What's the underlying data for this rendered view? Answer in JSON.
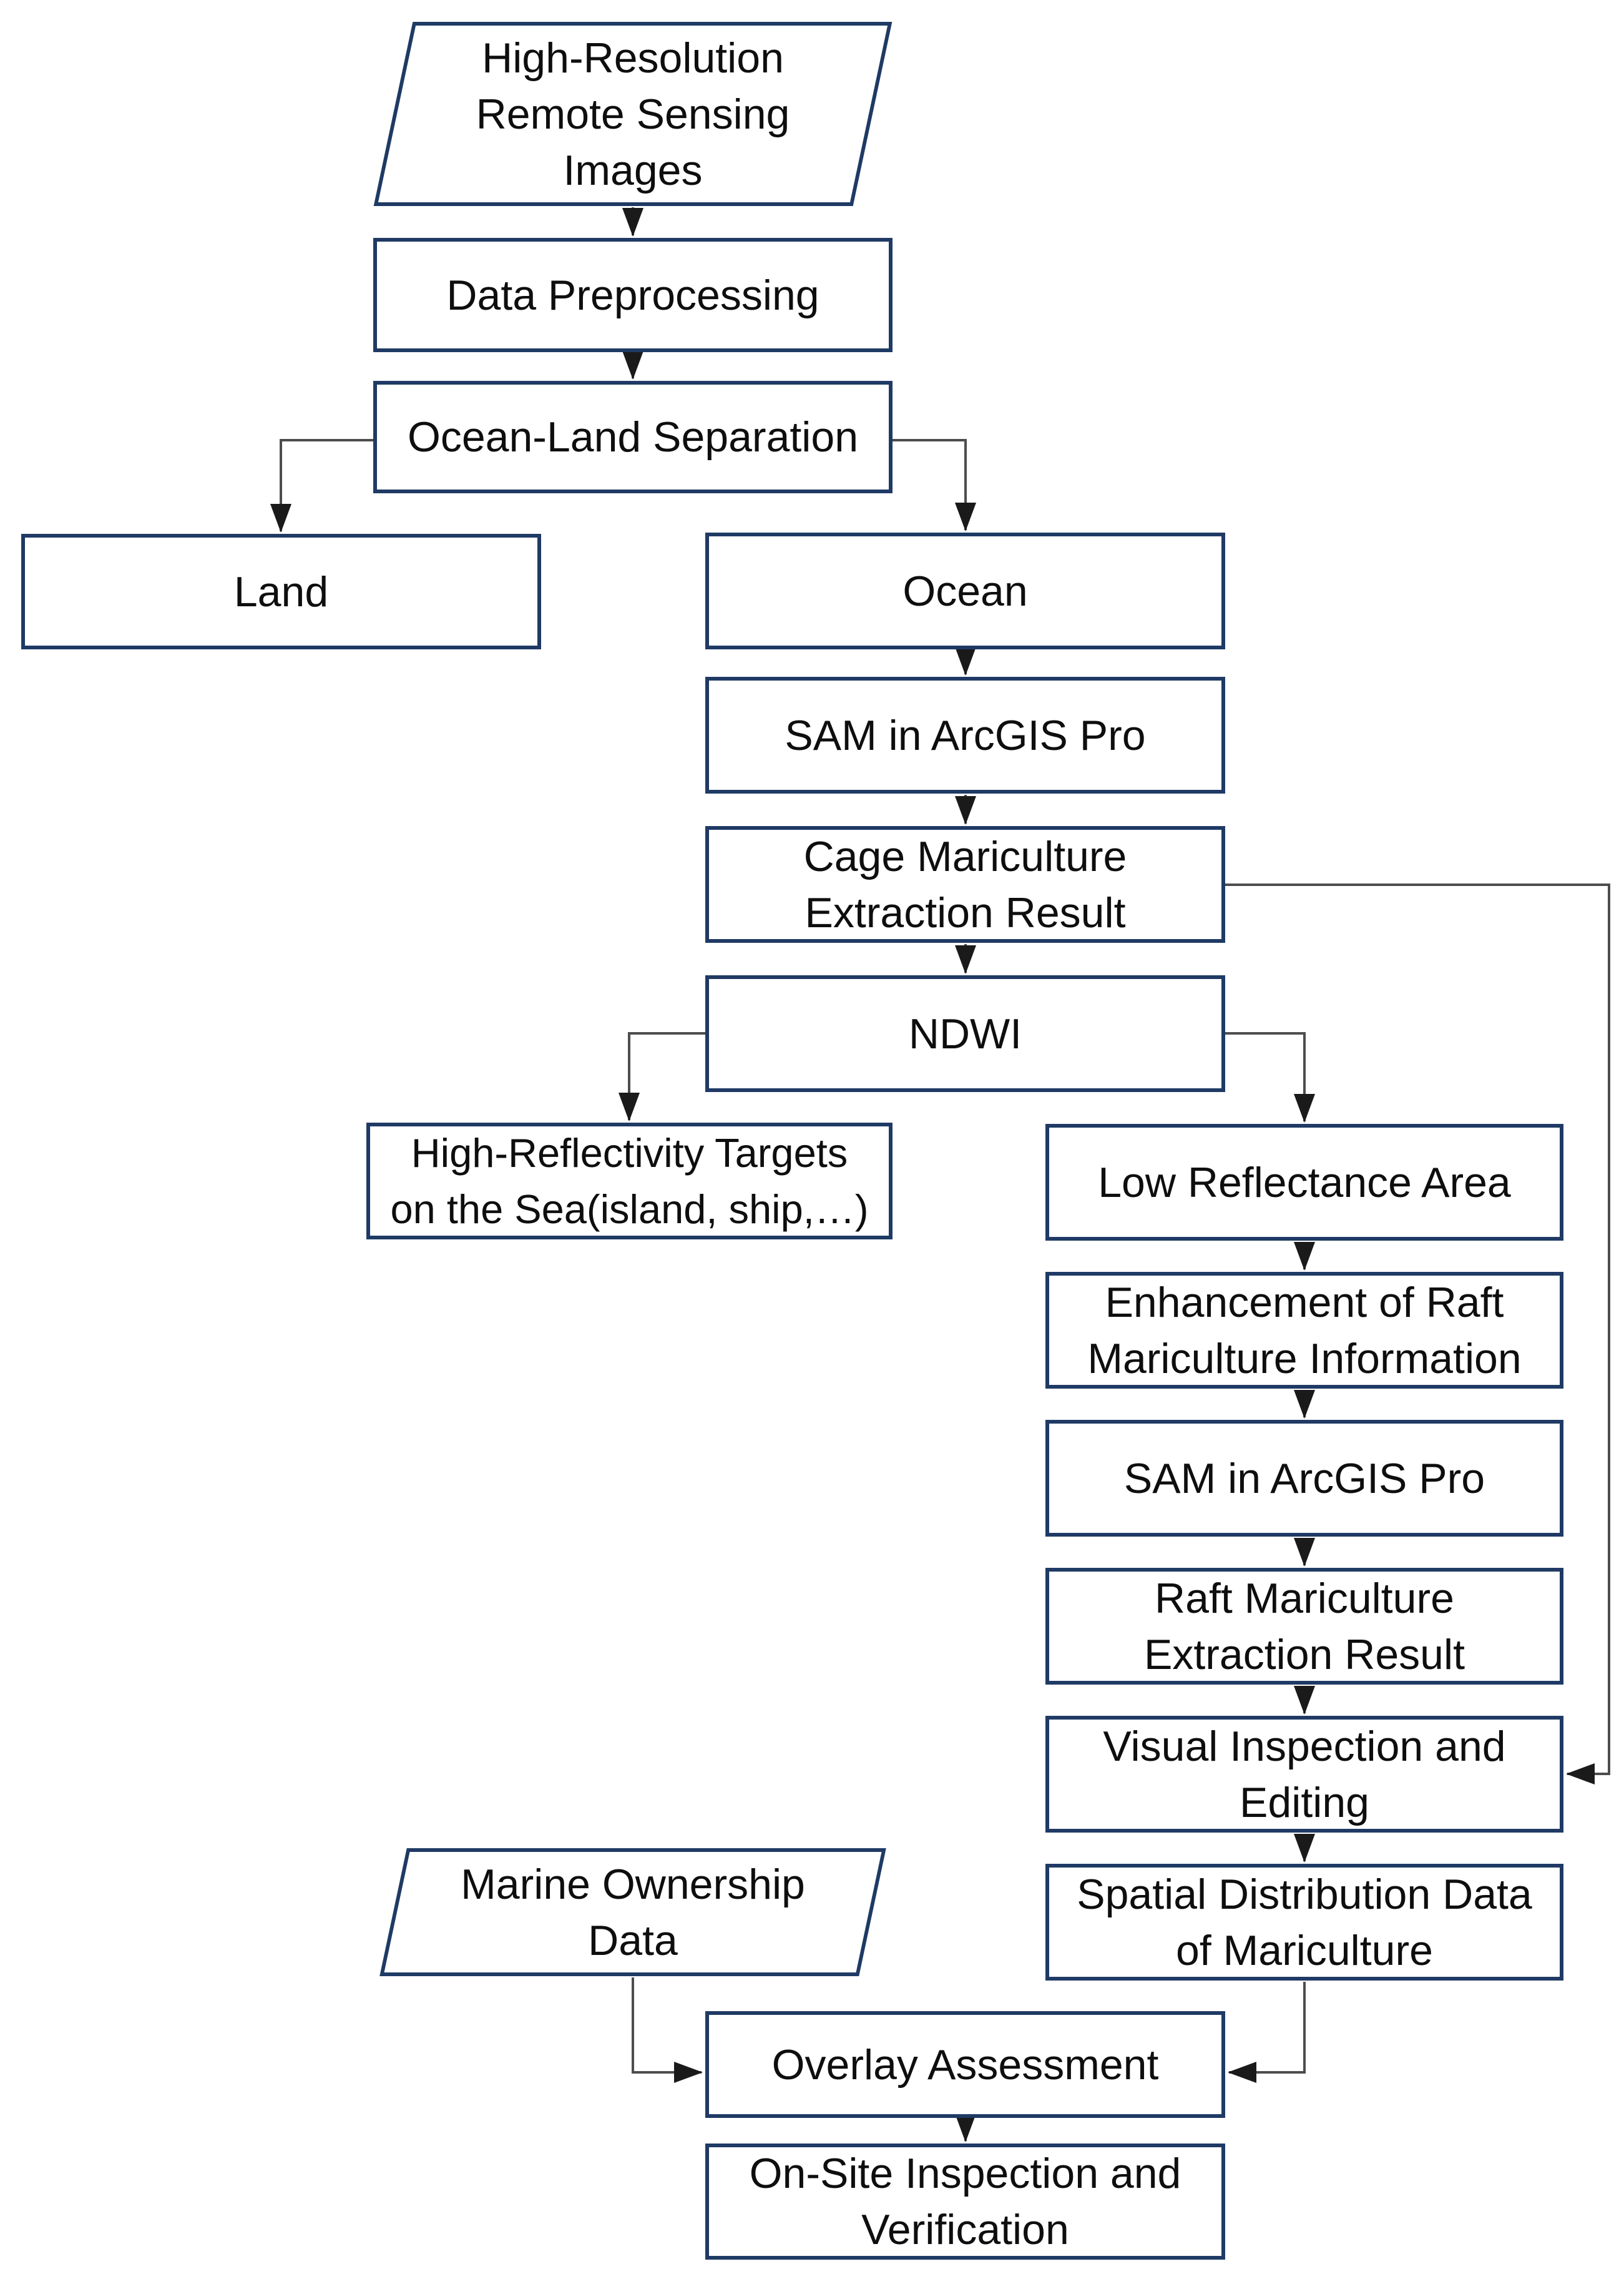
{
  "diagram_type": "flowchart",
  "colors": {
    "box_border": "#1f3a64",
    "box_fill": "#ffffff",
    "connector_line": "#4d4d4d",
    "arrowhead": "#1a1a1a",
    "text": "#0e0e0e",
    "background": "#ffffff"
  },
  "nodes": {
    "hri": {
      "shape": "parallelogram",
      "label": "High-Resolution Remote Sensing Images",
      "lines": [
        "High-Resolution",
        "Remote Sensing",
        "Images"
      ]
    },
    "pre": {
      "shape": "rectangle",
      "label": "Data Preprocessing",
      "lines": [
        "Data Preprocessing"
      ]
    },
    "ols": {
      "shape": "rectangle",
      "label": "Ocean-Land Separation",
      "lines": [
        "Ocean-Land Separation"
      ]
    },
    "land": {
      "shape": "rectangle",
      "label": "Land",
      "lines": [
        "Land"
      ]
    },
    "ocean": {
      "shape": "rectangle",
      "label": "Ocean",
      "lines": [
        "Ocean"
      ]
    },
    "sam1": {
      "shape": "rectangle",
      "label": "SAM in ArcGIS Pro",
      "lines": [
        "SAM in ArcGIS Pro"
      ]
    },
    "cage": {
      "shape": "rectangle",
      "label": "Cage Mariculture Extraction Result",
      "lines": [
        "Cage Mariculture",
        "Extraction Result"
      ]
    },
    "ndwi": {
      "shape": "rectangle",
      "label": "NDWI",
      "lines": [
        "NDWI"
      ]
    },
    "hrt": {
      "shape": "rectangle",
      "label": "High-Reflectivity Targets on the Sea(island, ship,…)",
      "lines": [
        "High-Reflectivity Targets",
        "on the Sea(island, ship,…)"
      ]
    },
    "low": {
      "shape": "rectangle",
      "label": "Low Reflectance Area",
      "lines": [
        "Low Reflectance Area"
      ]
    },
    "enh": {
      "shape": "rectangle",
      "label": "Enhancement of Raft Mariculture Information",
      "lines": [
        "Enhancement of Raft",
        "Mariculture Information"
      ]
    },
    "sam2": {
      "shape": "rectangle",
      "label": "SAM in ArcGIS Pro",
      "lines": [
        "SAM in ArcGIS Pro"
      ]
    },
    "raft": {
      "shape": "rectangle",
      "label": "Raft Mariculture Extraction Result",
      "lines": [
        "Raft Mariculture",
        "Extraction Result"
      ]
    },
    "vis": {
      "shape": "rectangle",
      "label": "Visual Inspection and Editing",
      "lines": [
        "Visual Inspection and",
        "Editing"
      ]
    },
    "spa": {
      "shape": "rectangle",
      "label": "Spatial Distribution Data of Mariculture",
      "lines": [
        "Spatial Distribution Data",
        "of Mariculture"
      ]
    },
    "mod": {
      "shape": "parallelogram",
      "label": "Marine Ownership Data",
      "lines": [
        "Marine Ownership",
        "Data"
      ]
    },
    "ovl": {
      "shape": "rectangle",
      "label": "Overlay Assessment",
      "lines": [
        "Overlay Assessment"
      ]
    },
    "ons": {
      "shape": "rectangle",
      "label": "On-Site Inspection and Verification",
      "lines": [
        "On-Site Inspection and",
        "Verification"
      ]
    }
  },
  "edges": [
    {
      "from": "hri",
      "to": "pre"
    },
    {
      "from": "pre",
      "to": "ols"
    },
    {
      "from": "ols",
      "to": "land"
    },
    {
      "from": "ols",
      "to": "ocean"
    },
    {
      "from": "ocean",
      "to": "sam1"
    },
    {
      "from": "sam1",
      "to": "cage"
    },
    {
      "from": "cage",
      "to": "ndwi"
    },
    {
      "from": "ndwi",
      "to": "hrt"
    },
    {
      "from": "ndwi",
      "to": "low"
    },
    {
      "from": "low",
      "to": "enh"
    },
    {
      "from": "enh",
      "to": "sam2"
    },
    {
      "from": "sam2",
      "to": "raft"
    },
    {
      "from": "raft",
      "to": "vis"
    },
    {
      "from": "cage",
      "to": "vis"
    },
    {
      "from": "vis",
      "to": "spa"
    },
    {
      "from": "spa",
      "to": "ovl"
    },
    {
      "from": "mod",
      "to": "ovl"
    },
    {
      "from": "ovl",
      "to": "ons"
    }
  ]
}
